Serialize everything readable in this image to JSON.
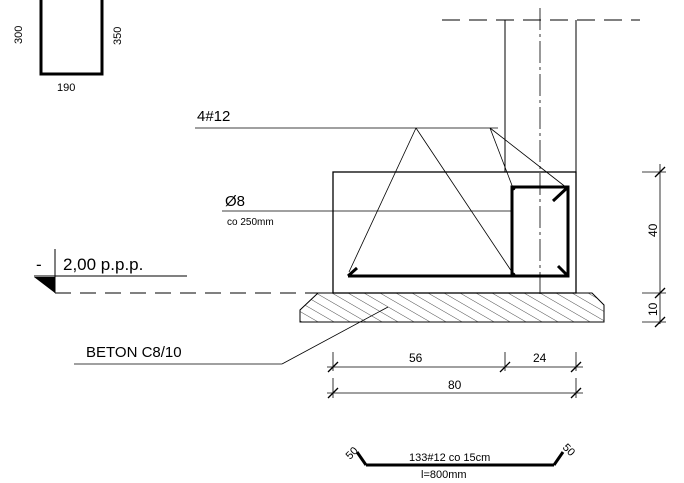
{
  "column_section": {
    "dim_left": "300",
    "dim_right": "350",
    "dim_bottom": "190"
  },
  "labels": {
    "top_bars": "4#12",
    "stirrup_diameter": "Ø8",
    "stirrup_spacing": "co 250mm",
    "level_sign": "-",
    "level_value": "2,00 p.p.p.",
    "concrete": "BETON C8/10"
  },
  "dimensions": {
    "height_upper": "40",
    "height_lower": "10",
    "width_left": "56",
    "width_right": "24",
    "width_total": "80"
  },
  "bar_schedule": {
    "hook_left": "50",
    "hook_right": "50",
    "bar_label": "133#12 co 15cm",
    "bar_length": "l=800mm"
  },
  "colors": {
    "ink": "#000000",
    "background": "#ffffff"
  }
}
